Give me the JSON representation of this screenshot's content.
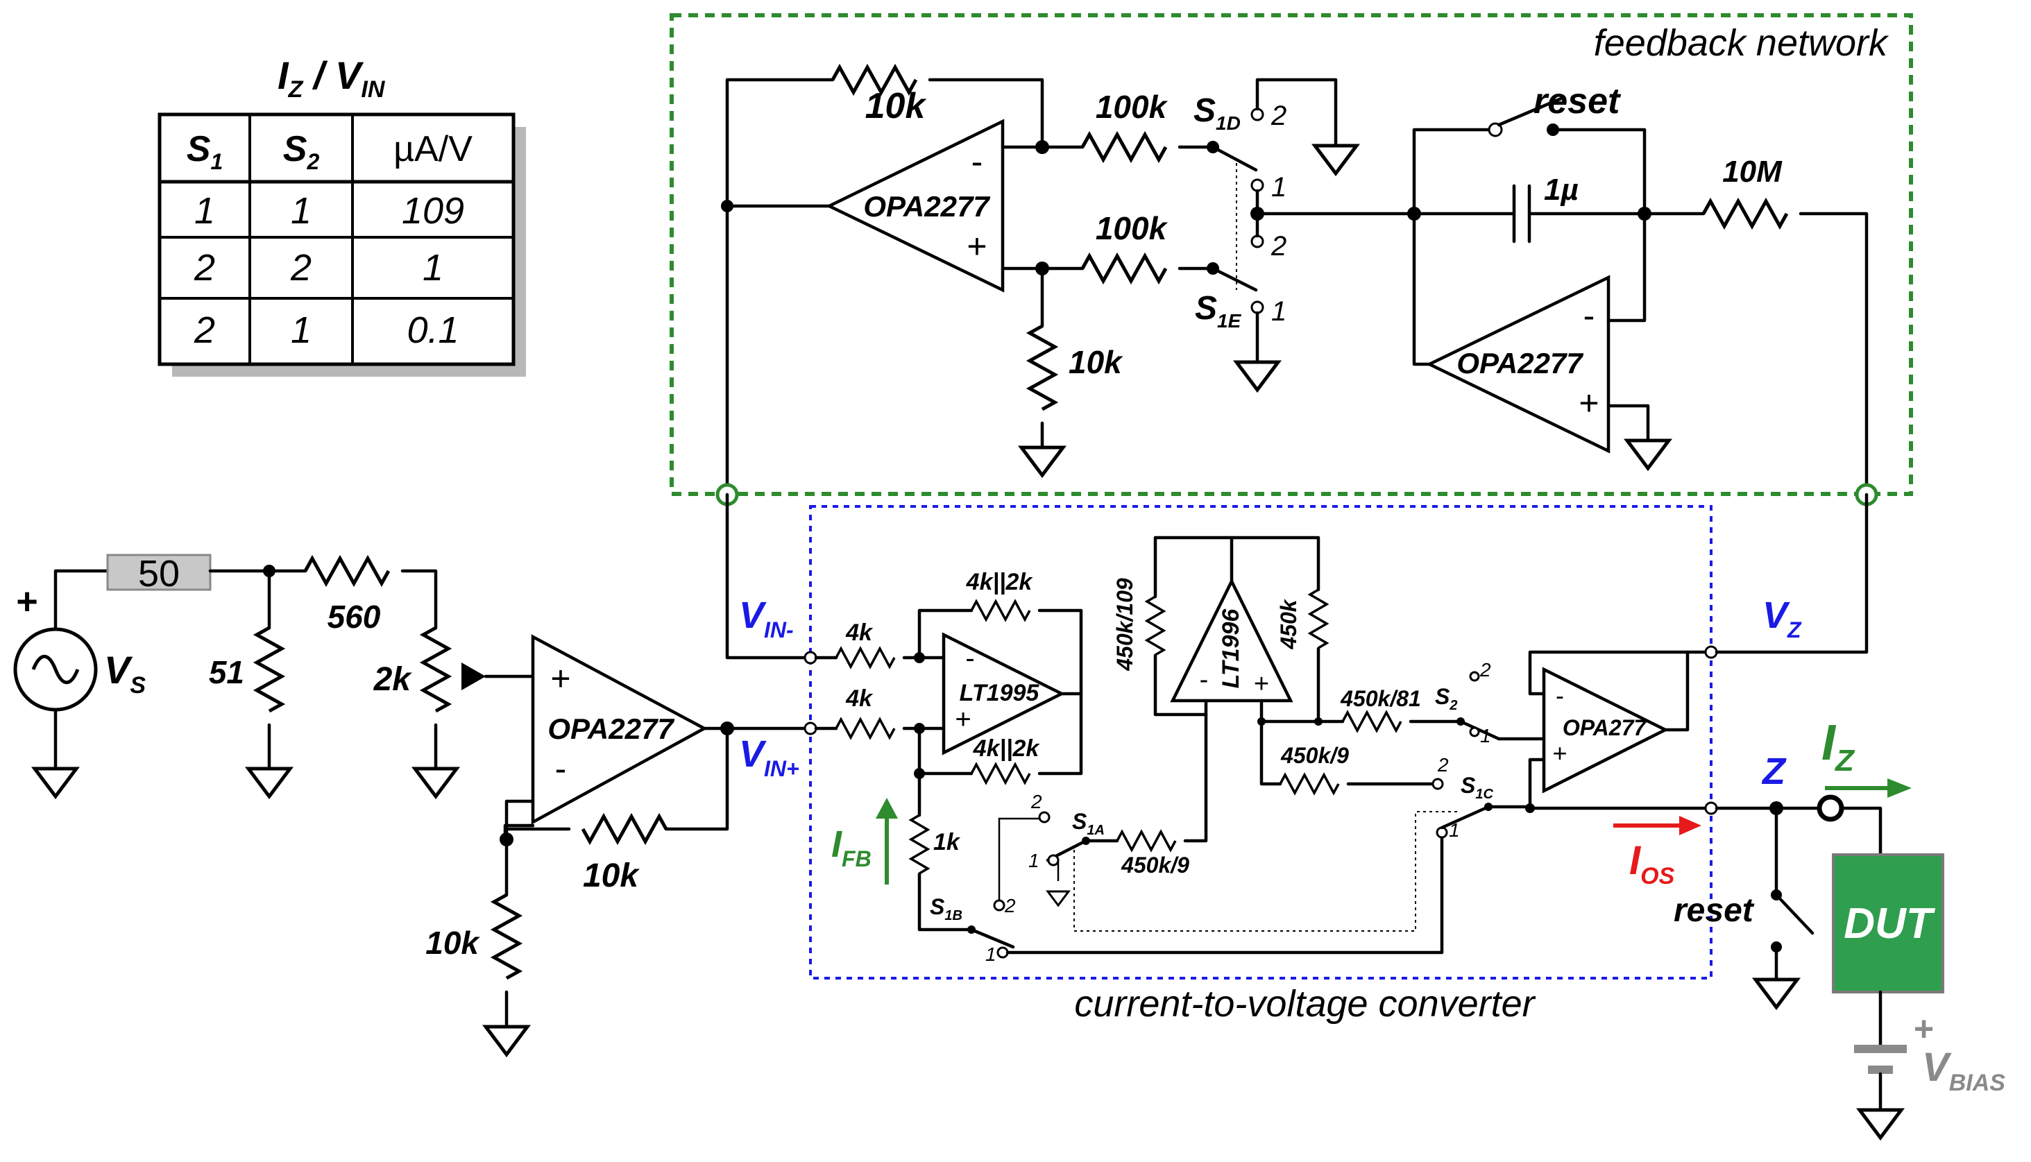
{
  "colors": {
    "feedback_box": "#2e8b2e",
    "converter_box": "#1a1ae6",
    "signal_blue": "#1a1ae6",
    "iz_green": "#2e8b2e",
    "ios_red": "#e61a1a",
    "dut_fill": "#2f9e4f",
    "source_resistor_fill": "#c8c8c8",
    "bias_gray": "#8a8a8a"
  },
  "table": {
    "title_main": "I",
    "title_sub": "Z",
    "title_mid": " / V",
    "title_sub2": "IN",
    "header": {
      "s1": "S",
      "s1_sub": "1",
      "s2": "S",
      "s2_sub": "2",
      "unit": "µA/V"
    },
    "rows": [
      {
        "s1": "1",
        "s2": "1",
        "gain": "109"
      },
      {
        "s1": "2",
        "s2": "2",
        "gain": "1"
      },
      {
        "s1": "2",
        "s2": "1",
        "gain": "0.1"
      }
    ]
  },
  "labels": {
    "feedback_network": "feedback network",
    "converter": "current-to-voltage converter",
    "reset": "reset",
    "reset2": "reset",
    "dut": "DUT",
    "source_r": "50",
    "opamp_fb1": "OPA2277",
    "opamp_fb2": "OPA2277",
    "opamp_in": "OPA2277",
    "opamp_lt1995": "LT1995",
    "opamp_lt1996": "LT1996",
    "opamp_opa277": "OPA277",
    "r_fb_top": "10k",
    "r_100k_a": "100k",
    "r_100k_b": "100k",
    "r_10k_gnd": "10k",
    "r_10M": "10M",
    "cap_1u": "1µ",
    "r_560": "560",
    "r_51": "51",
    "r_2k": "2k",
    "r_10k_fb": "10k",
    "r_10k_gnd2": "10k",
    "r_4k_a": "4k",
    "r_4k_b": "4k",
    "r_4k2k_a": "4k||2k",
    "r_4k2k_b": "4k||2k",
    "r_1k": "1k",
    "r_450k109": "450k/109",
    "r_450k": "450k",
    "r_450k81": "450k/81",
    "r_450k9_a": "450k/9",
    "r_450k9_b": "450k/9",
    "minus": "-",
    "plus": "+"
  },
  "switches": {
    "s1d": {
      "name": "S",
      "sub": "1D"
    },
    "s1e": {
      "name": "S",
      "sub": "1E"
    },
    "s1a": {
      "name": "S",
      "sub": "1A"
    },
    "s1b": {
      "name": "S",
      "sub": "1B"
    },
    "s1c": {
      "name": "S",
      "sub": "1C"
    },
    "s2": {
      "name": "S",
      "sub": "2"
    },
    "pos1": "1",
    "pos2": "2"
  },
  "signals": {
    "vin_minus": {
      "main": "V",
      "sub": "IN-"
    },
    "vin_plus": {
      "main": "V",
      "sub": "IN+"
    },
    "vz": {
      "main": "V",
      "sub": "Z"
    },
    "z": "Z",
    "iz": {
      "main": "I",
      "sub": "Z"
    },
    "ifb": {
      "main": "I",
      "sub": "FB"
    },
    "ios": {
      "main": "I",
      "sub": "OS"
    },
    "vs": {
      "main": "V",
      "sub": "S"
    },
    "vbias": {
      "main": "V",
      "sub": "BIAS"
    },
    "vs_plus": "+",
    "vbias_plus": "+"
  }
}
